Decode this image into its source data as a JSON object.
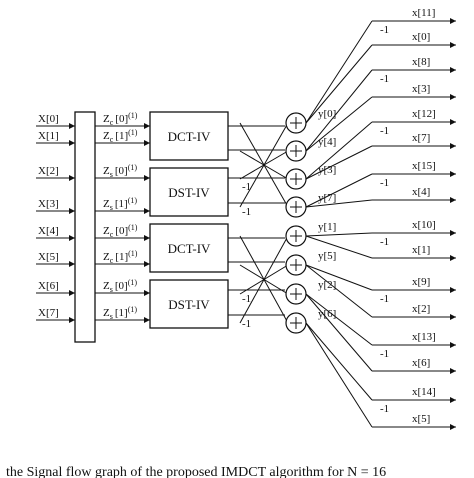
{
  "inputs": [
    "X[0]",
    "X[1]",
    "X[2]",
    "X[3]",
    "X[4]",
    "X[5]",
    "X[6]",
    "X[7]"
  ],
  "z_labels": [
    {
      "base": "Z",
      "sub": "c",
      "rest": "[0]",
      "sup": "(1)"
    },
    {
      "base": "Z",
      "sub": "c",
      "rest": "[1]",
      "sup": "(1)"
    },
    {
      "base": "Z",
      "sub": "s",
      "rest": "[0]",
      "sup": "(1)"
    },
    {
      "base": "Z",
      "sub": "s",
      "rest": "[1]",
      "sup": "(1)"
    },
    {
      "base": "Z",
      "sub": "c",
      "rest": "[0]",
      "sup": "(1)"
    },
    {
      "base": "Z",
      "sub": "c",
      "rest": "[1]",
      "sup": "(1)"
    },
    {
      "base": "Z",
      "sub": "s",
      "rest": "[0]",
      "sup": "(1)"
    },
    {
      "base": "Z",
      "sub": "s",
      "rest": "[1]",
      "sup": "(1)"
    }
  ],
  "blocks": [
    "DCT-IV",
    "DST-IV",
    "DCT-IV",
    "DST-IV"
  ],
  "cross_gain_labels": [
    "-1",
    "-1",
    "-1",
    "-1"
  ],
  "y_labels": [
    "y[0]",
    "y[4]",
    "y[3]",
    "y[7]",
    "y[1]",
    "y[5]",
    "y[2]",
    "y[6]"
  ],
  "outputs": [
    "x[11]",
    "x[0]",
    "x[8]",
    "x[3]",
    "x[12]",
    "x[7]",
    "x[15]",
    "x[4]",
    "x[10]",
    "x[1]",
    "x[9]",
    "x[2]",
    "x[13]",
    "x[6]",
    "x[14]",
    "x[5]"
  ],
  "output_gain_label": "-1",
  "caption": "the Signal flow graph of the proposed IMDCT algorithm for N = 16"
}
